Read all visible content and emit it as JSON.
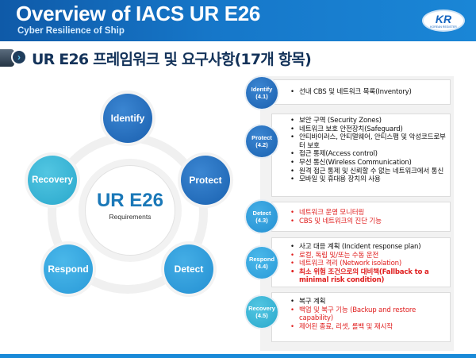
{
  "header": {
    "title": "Overview of IACS UR E26",
    "subtitle": "Cyber Resilience of Ship",
    "logo": {
      "text": "KR",
      "subtext": "KOREAN REGISTER"
    }
  },
  "section": {
    "arrow_icon": "›",
    "title": "UR E26 프레임워크 및 요구사항(17개 항목)"
  },
  "diagram": {
    "center_title": "UR E26",
    "center_subtitle": "Requirements",
    "nodes": {
      "identify": "Identify",
      "protect": "Protect",
      "detect": "Detect",
      "respond": "Respond",
      "recovery": "Recovery"
    }
  },
  "categories": [
    {
      "name": "Identify",
      "code": "(4.1)",
      "items": [
        {
          "text": "선내 CBS 및 네트워크 목록(Inventory)",
          "highlight": false
        }
      ]
    },
    {
      "name": "Protect",
      "code": "(4.2)",
      "items": [
        {
          "text": "보안 구역 (Security Zones)",
          "highlight": false
        },
        {
          "text": "네트워크 보호 안전장치(Safeguard)",
          "highlight": false
        },
        {
          "text": "안티바이러스, 안티멀웨어, 안티스팸 및 악성코드로부터 보호",
          "highlight": false
        },
        {
          "text": "접근 통제(Access control)",
          "highlight": false
        },
        {
          "text": "무선 통신(Wireless Communication)",
          "highlight": false
        },
        {
          "text": "원격 접근 통제 및 신뢰할 수 없는 네트워크에서 통신",
          "highlight": false
        },
        {
          "text": "모바일 및 휴대용 장치의 사용",
          "highlight": false
        }
      ]
    },
    {
      "name": "Detect",
      "code": "(4.3)",
      "items": [
        {
          "text": "네트워크 운영 모니터링",
          "highlight": true
        },
        {
          "text": "CBS 및 네트워크의 진단 기능",
          "highlight": true
        }
      ]
    },
    {
      "name": "Respond",
      "code": "(4.4)",
      "items": [
        {
          "text": "사고 대응 계획 (Incident response plan)",
          "highlight": false
        },
        {
          "text": "로컬, 독립 및/또는 수동 운전",
          "highlight": true
        },
        {
          "text": "네트워크 격리 (Network isolation)",
          "highlight": true
        },
        {
          "text": "최소 위험 조건으로의 대비책(Fallback to a minimal risk condition)",
          "highlight": true
        }
      ]
    },
    {
      "name": "Recovery",
      "code": "(4.5)",
      "items": [
        {
          "text": "복구 계획",
          "highlight": false
        },
        {
          "text": "백업 및 복구 기능 (Backup and restore capability)",
          "highlight": true
        },
        {
          "text": "제어된 종료, 리셋, 롤백 및 재시작",
          "highlight": true
        }
      ]
    }
  ],
  "colors": {
    "header_blue": "#1677c9",
    "title_navy": "#14335a",
    "highlight_red": "#e02020",
    "center_blue": "#1a78b8"
  }
}
